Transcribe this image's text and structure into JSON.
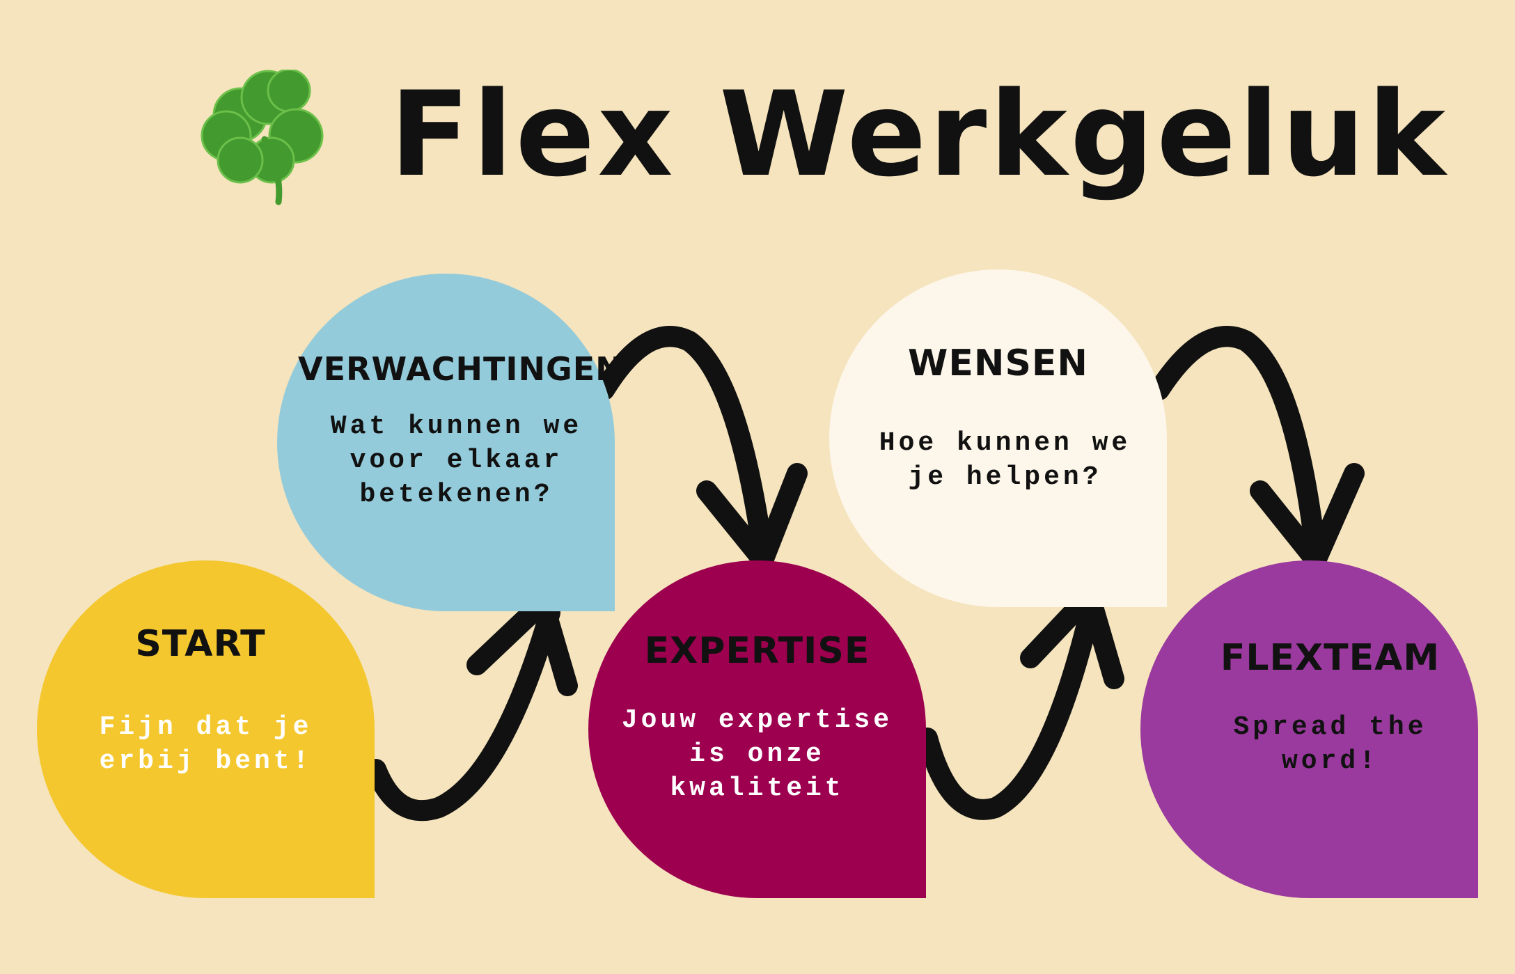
{
  "title": "Flex Werkgeluk",
  "colors": {
    "background": "#f5e4bd",
    "start": "#f4c72f",
    "verwachtingen": "#94cbdb",
    "expertise": "#9c004f",
    "wensen": "#fdf6ea",
    "flexteam": "#9a3a9e",
    "clover": "#439a2e"
  },
  "steps": [
    {
      "heading": "START",
      "text": "Fijn dat je erbij bent!"
    },
    {
      "heading": "VERWACHTINGEN",
      "text": "Wat kunnen we voor elkaar betekenen?"
    },
    {
      "heading": "EXPERTISE",
      "text": "Jouw expertise is onze kwaliteit"
    },
    {
      "heading": "WENSEN",
      "text": "Hoe kunnen we je helpen?"
    },
    {
      "heading": "FLEXTEAM",
      "text": "Spread the word!"
    }
  ]
}
